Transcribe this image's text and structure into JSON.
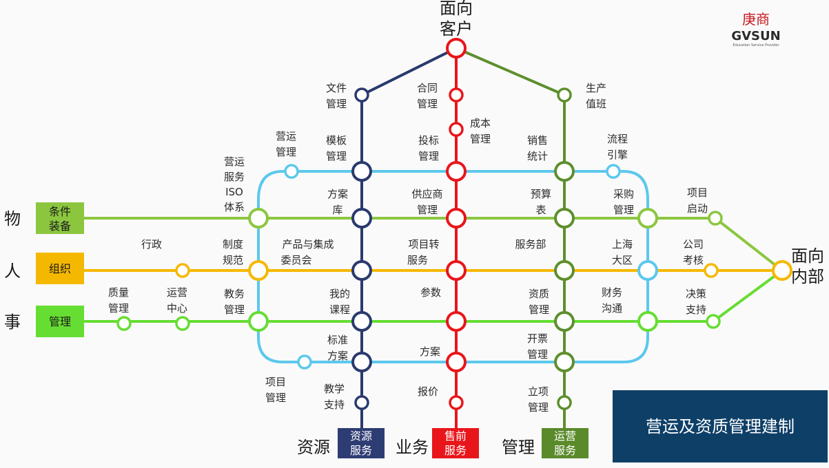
{
  "header": {
    "top_title_line1": "面向",
    "top_title_line2": "客户"
  },
  "logo": {
    "cn": "庚商",
    "en": "GVSUN",
    "sub": "Education Service Provider"
  },
  "right_title": {
    "line1": "面向",
    "line2": "内部"
  },
  "left_side": {
    "row1": "物",
    "row2": "人",
    "row3": "事"
  },
  "left_boxes": [
    {
      "line1": "条件",
      "line2": "装备",
      "color": "#8cc63f"
    },
    {
      "line1": "组织",
      "line2": "",
      "color": "#f5b800"
    },
    {
      "line1": "管理",
      "line2": "",
      "color": "#66dd33"
    }
  ],
  "bottom": {
    "label_resource": "资源",
    "label_business": "业务",
    "label_management": "管理",
    "box_resource": {
      "line1": "资源",
      "line2": "服务",
      "color": "#2e3c74"
    },
    "box_sales": {
      "line1": "售前",
      "line2": "服务",
      "color": "#e8161b"
    },
    "box_ops": {
      "line1": "运营",
      "line2": "服务",
      "color": "#5a8a2a"
    }
  },
  "title_box": {
    "text": "营运及资质管理建制",
    "color": "#0e3f67"
  },
  "colors": {
    "navy": "#2a3a6e",
    "red": "#e8161b",
    "darkgreen": "#5e8f2e",
    "cyan": "#5cc8ec",
    "lightgreen": "#8cc63f",
    "orange": "#f5b800",
    "green": "#66dd33"
  },
  "labels": {
    "wenjian": [
      "文件",
      "管理"
    ],
    "hetong": [
      "合同",
      "管理"
    ],
    "chengben": [
      "成本",
      "管理"
    ],
    "shengchan": [
      "生产",
      "值班"
    ],
    "yingyun_mgmt": [
      "营运",
      "管理"
    ],
    "muban": [
      "模板",
      "管理"
    ],
    "toubiao": [
      "投标",
      "管理"
    ],
    "xiaoshou": [
      "销售",
      "统计"
    ],
    "liucheng": [
      "流程",
      "引擎"
    ],
    "yingyun_fuwu": [
      "营运",
      "服务",
      "ISO",
      "体系"
    ],
    "fangan_ku": [
      "方案",
      "库"
    ],
    "gongying": [
      "供应商",
      "管理"
    ],
    "yusuan": [
      "预算",
      "表"
    ],
    "caigou": [
      "采购",
      "管理"
    ],
    "xiangmu_qidong": [
      "项目",
      "启动"
    ],
    "xingzheng": [
      "行政"
    ],
    "zhidu": [
      "制度",
      "规范"
    ],
    "chanpin": [
      "产品与集成",
      "委员会"
    ],
    "xiangmu_zhuan": [
      "项目转",
      "服务"
    ],
    "fuwubu": [
      "服务部"
    ],
    "shanghai": [
      "上海",
      "大区"
    ],
    "gongsi": [
      "公司",
      "考核"
    ],
    "zhiliang": [
      "质量",
      "管理"
    ],
    "yunying_zx": [
      "运营",
      "中心"
    ],
    "jiaowu": [
      "教务",
      "管理"
    ],
    "wode": [
      "我的",
      "课程"
    ],
    "canshu": [
      "参数"
    ],
    "zizhi": [
      "资质",
      "管理"
    ],
    "caiwu": [
      "财务",
      "沟通"
    ],
    "juece": [
      "决策",
      "支持"
    ],
    "biaozhun": [
      "标准",
      "方案"
    ],
    "fangan": [
      "方案"
    ],
    "kaipiao": [
      "开票",
      "管理"
    ],
    "xiangmu_mgmt": [
      "项目",
      "管理"
    ],
    "jiaoxue": [
      "教学",
      "支持"
    ],
    "baojia": [
      "报价"
    ],
    "lixiang": [
      "立项",
      "管理"
    ]
  }
}
